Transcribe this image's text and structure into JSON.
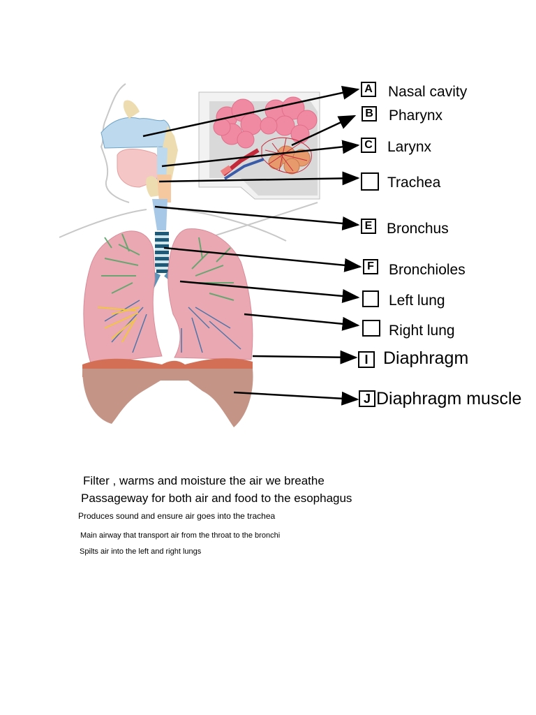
{
  "labels": [
    {
      "letter": "A",
      "name": "Nasal cavity"
    },
    {
      "letter": "B",
      "name": "Pharynx"
    },
    {
      "letter": "C",
      "name": "Larynx"
    },
    {
      "letter": "",
      "name": "Trachea"
    },
    {
      "letter": "E",
      "name": "Bronchus"
    },
    {
      "letter": "F",
      "name": "Bronchioles"
    },
    {
      "letter": "",
      "name": "Left lung"
    },
    {
      "letter": "",
      "name": "Right lung"
    },
    {
      "letter": "I",
      "name": "Diaphragm"
    },
    {
      "letter": "J",
      "name": "Diaphragm muscle"
    }
  ],
  "descriptions": [
    "Filter , warms and moisture the air we breathe",
    "Passageway for both air and food to the esophagus",
    "Produces sound and ensure air goes into the trachea",
    "Main airway that transport air from the throat to the bronchi",
    "Spilts air into the left and right lungs"
  ]
}
